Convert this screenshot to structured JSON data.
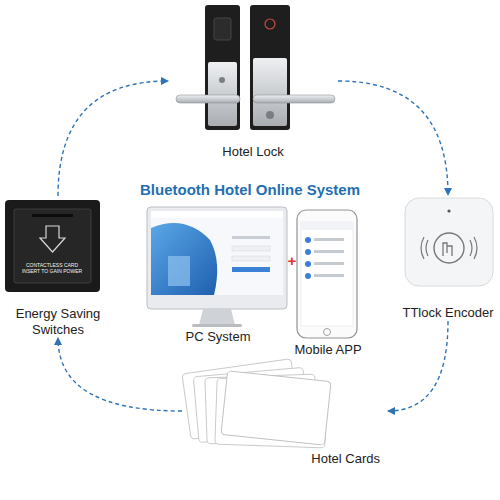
{
  "diagram": {
    "title": "Bluetooth Hotel Online System",
    "nodes": [
      {
        "text": [
          "Hotel Lock"
        ]
      },
      {
        "text": [
          "TTlock Encoder"
        ]
      },
      {
        "text": [
          "Hotel Cards"
        ]
      },
      {
        "text": [
          "Energy Saving Switches"
        ]
      },
      {
        "text": [
          "PC System"
        ]
      },
      {
        "text": [
          "Mobile APP"
        ]
      }
    ],
    "edges": [
      {
        "from": 0,
        "to": 1,
        "arrow": "to"
      },
      {
        "from": 1,
        "to": 2,
        "arrow": "to"
      },
      {
        "from": 2,
        "to": 3,
        "arrow": "to"
      },
      {
        "from": 3,
        "to": 0,
        "arrow": "to"
      }
    ],
    "labels": [
      "+",
      "CONTACTLESS CARD INSERT TO GAIN POWER"
    ]
  }
}
